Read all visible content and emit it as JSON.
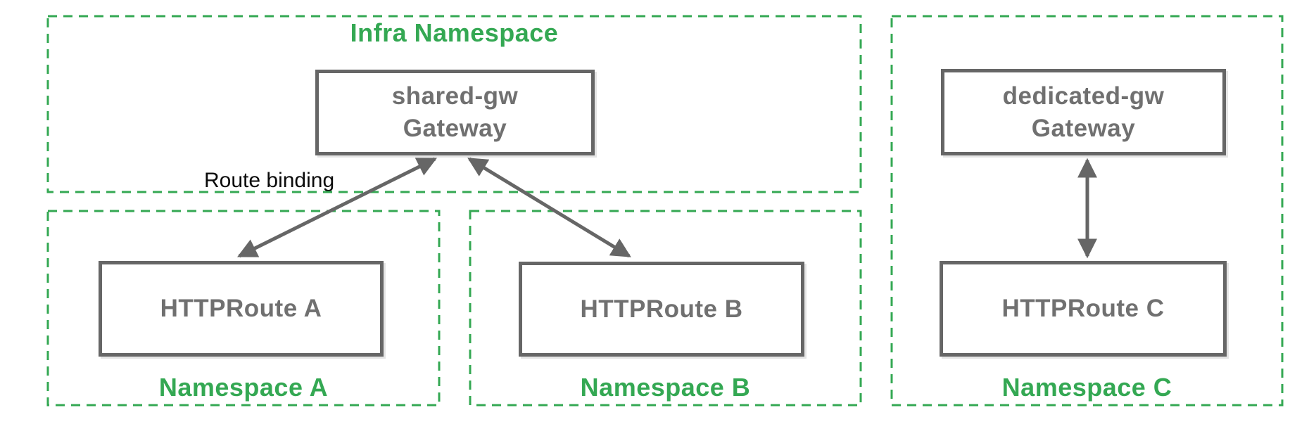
{
  "diagram": {
    "infra_namespace": {
      "title": "Infra Namespace",
      "gateway": {
        "line1": "shared-gw",
        "line2": "Gateway"
      }
    },
    "namespace_a": {
      "title": "Namespace A",
      "route": "HTTPRoute A"
    },
    "namespace_b": {
      "title": "Namespace B",
      "route": "HTTPRoute B"
    },
    "namespace_c": {
      "title": "Namespace C",
      "gateway": {
        "line1": "dedicated-gw",
        "line2": "Gateway"
      },
      "route": "HTTPRoute C"
    },
    "annotations": {
      "route_binding": "Route binding"
    },
    "colors": {
      "namespace_green": "#34a853",
      "node_border_gray": "#666666",
      "node_text_gray": "#707070",
      "arrow_gray": "#666666",
      "annotation_black": "#0b0b0b",
      "background": "#ffffff"
    }
  }
}
